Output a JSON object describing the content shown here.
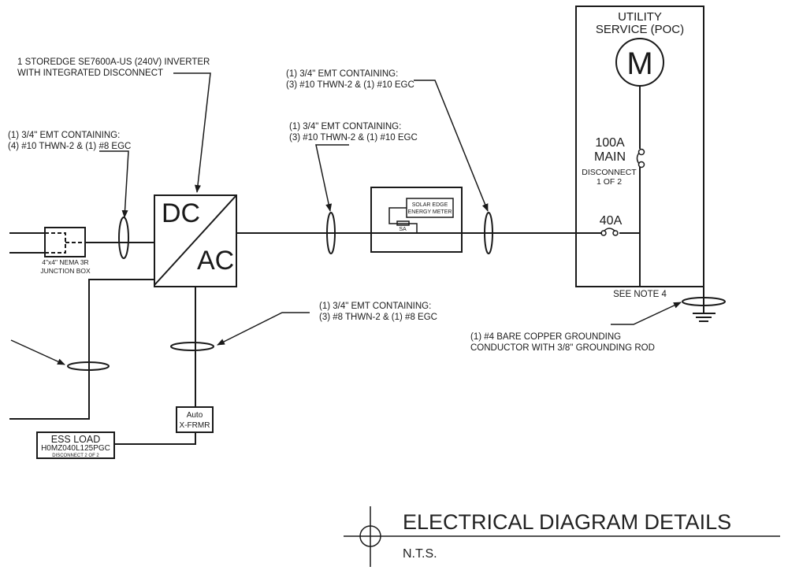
{
  "diagram": {
    "title": "ELECTRICAL DIAGRAM DETAILS",
    "scale_note": "N.T.S.",
    "notes": {
      "inverter": [
        "1 STOREDGE SE7600A-US (240V) INVERTER",
        "WITH INTEGRATED DISCONNECT"
      ],
      "dc_conduit": [
        "(1) 3/4\" EMT CONTAINING:",
        "(4) #10 THWN-2 & (1) #8 EGC"
      ],
      "ac_conduit_1": [
        "(1) 3/4\" EMT CONTAINING:",
        "(3) #10 THWN-2 & (1) #10 EGC"
      ],
      "ac_conduit_2": [
        "(1) 3/4\" EMT CONTAINING:",
        "(3) #10 THWN-2 & (1) #10 EGC"
      ],
      "ess_conduit": [
        "(1) 3/4\" EMT CONTAINING:",
        "(3) #8 THWN-2 & (1) #8 EGC"
      ],
      "grounding": [
        "(1) #4 BARE COPPER GROUNDING",
        "CONDUCTOR WITH 3/8\" GROUNDING ROD"
      ],
      "see_note": "SEE NOTE 4"
    },
    "junction_box": [
      "4\"x4\" NEMA 3R",
      "JUNCTION BOX"
    ],
    "inverter": {
      "dc_label": "DC",
      "ac_label": "AC"
    },
    "energy_meter": {
      "label": [
        "SOLAR EDGE",
        "ENERGY METER"
      ],
      "ct_label": "SA"
    },
    "utility": {
      "title": [
        "UTILITY",
        "SERVICE (POC)"
      ],
      "meter_symbol": "M",
      "main_rating": [
        "100A",
        "MAIN"
      ],
      "disconnect": [
        "DISCONNECT",
        "1 OF 2"
      ],
      "breaker_rating": "40A"
    },
    "autoformer": [
      "Auto",
      "X-FRMR"
    ],
    "ess_load": {
      "title": "ESS LOAD",
      "model": "H0MZ040L125PGC",
      "disconnect": "DISCONNECT  2 OF 2"
    }
  }
}
